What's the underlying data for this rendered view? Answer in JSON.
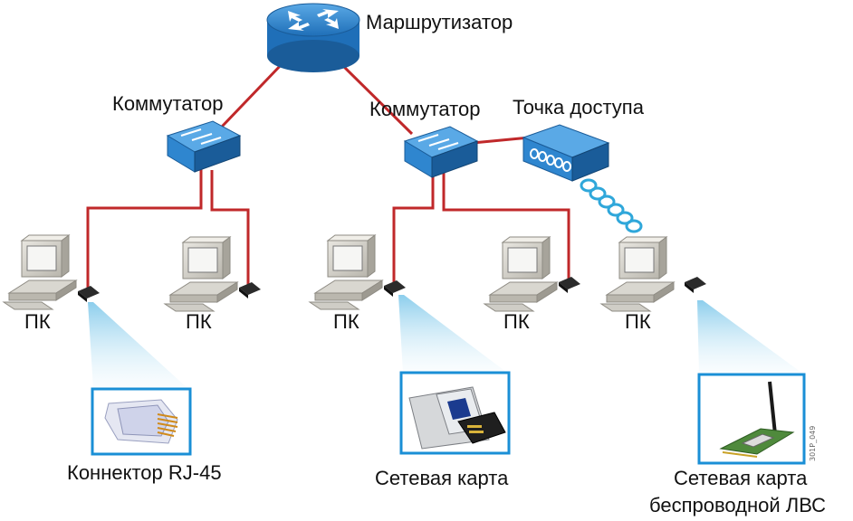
{
  "labels": {
    "router": "Маршрутизатор",
    "switch_left": "Коммутатор",
    "switch_right": "Коммутатор",
    "access_point": "Точка доступа",
    "pc": "ПК",
    "rj45": "Коннектор RJ-45",
    "nic": "Сетевая карта",
    "wireless_nic_line1": "Сетевая карта",
    "wireless_nic_line2": "беспроводной ЛВС",
    "figure_code": "301P_049"
  },
  "colors": {
    "device_blue": "#2f86cf",
    "device_dark": "#1a5c99",
    "cable_red": "#c0282a",
    "frame_blue": "#1a8fd6",
    "beam_blue": "#bfe4f5"
  }
}
